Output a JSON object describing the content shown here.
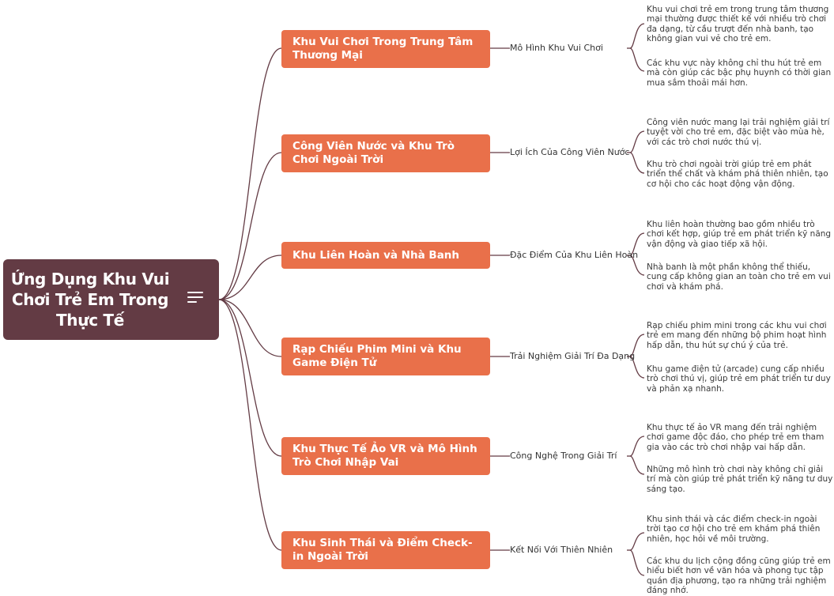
{
  "root": {
    "title": "Ứng Dụng Khu Vui Chơi Trẻ Em Trong Thực Tế"
  },
  "branches": [
    {
      "title": "Khu Vui Chơi Trong Trung Tâm Thương Mại",
      "subtopic": "Mô Hình Khu Vui Chơi",
      "details": [
        "Khu vui chơi trẻ em trong trung tâm thương mại thường được thiết kế với nhiều trò chơi đa dạng, từ cầu trượt đến nhà banh, tạo không gian vui vẻ cho trẻ em.",
        "Các khu vực này không chỉ thu hút trẻ em mà còn giúp các bậc phụ huynh có thời gian mua sắm thoải mái hơn."
      ]
    },
    {
      "title": "Công Viên Nước và Khu Trò Chơi Ngoài Trời",
      "subtopic": "Lợi Ích Của Công Viên Nước",
      "details": [
        "Công viên nước mang lại trải nghiệm giải trí tuyệt vời cho trẻ em, đặc biệt vào mùa hè, với các trò chơi nước thú vị.",
        "Khu trò chơi ngoài trời giúp trẻ em phát triển thể chất và khám phá thiên nhiên, tạo cơ hội cho các hoạt động vận động."
      ]
    },
    {
      "title": "Khu Liên Hoàn và Nhà Banh",
      "subtopic": "Đặc Điểm Của Khu Liên Hoàn",
      "details": [
        "Khu liên hoàn thường bao gồm nhiều trò chơi kết hợp, giúp trẻ em phát triển kỹ năng vận động và giao tiếp xã hội.",
        "Nhà banh là một phần không thể thiếu, cung cấp không gian an toàn cho trẻ em vui chơi và khám phá."
      ]
    },
    {
      "title": "Rạp Chiếu Phim Mini và Khu Game Điện Tử",
      "subtopic": "Trải Nghiệm Giải Trí Đa Dạng",
      "details": [
        "Rạp chiếu phim mini trong các khu vui chơi trẻ em mang đến những bộ phim hoạt hình hấp dẫn, thu hút sự chú ý của trẻ.",
        "Khu game điện tử (arcade) cung cấp nhiều trò chơi thú vị, giúp trẻ em phát triển tư duy và phản xạ nhanh."
      ]
    },
    {
      "title": "Khu Thực Tế Ảo VR và Mô Hình Trò Chơi Nhập Vai",
      "subtopic": "Công Nghệ Trong Giải Trí",
      "details": [
        "Khu thực tế ảo VR mang đến trải nghiệm chơi game độc đáo, cho phép trẻ em tham gia vào các trò chơi nhập vai hấp dẫn.",
        "Những mô hình trò chơi này không chỉ giải trí mà còn giúp trẻ phát triển kỹ năng tư duy sáng tạo."
      ]
    },
    {
      "title": "Khu Sinh Thái và Điểm Check-in Ngoài Trời",
      "subtopic": "Kết Nối Với Thiên Nhiên",
      "details": [
        "Khu sinh thái và các điểm check-in ngoài trời tạo cơ hội cho trẻ em khám phá thiên nhiên, học hỏi về môi trường.",
        "Các khu du lịch cộng đồng cũng giúp trẻ em hiểu biết hơn về văn hóa và phong tục tập quán địa phương, tạo ra những trải nghiệm đáng nhớ."
      ]
    }
  ],
  "colors": {
    "root": "#633b44",
    "branch": "#e9704a",
    "connector": "#633b44"
  },
  "icons": {
    "root": "menu-lines-icon"
  }
}
